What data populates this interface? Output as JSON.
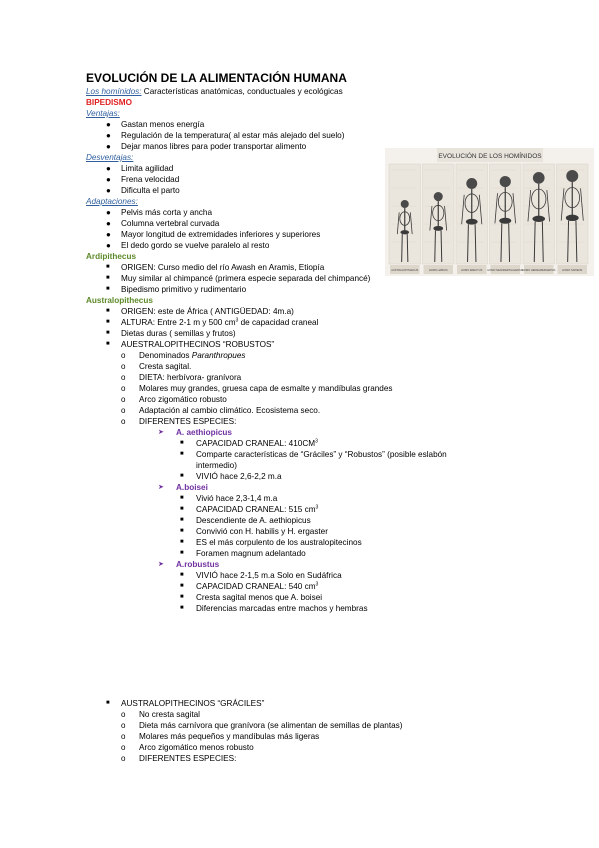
{
  "title": "EVOLUCIÓN DE LA ALIMENTACIÓN HUMANA",
  "subtitle": {
    "link": "Los homínidos:",
    "rest": " Características anatómicas, conductuales y ecológicas"
  },
  "bipedismo": {
    "heading": "BIPEDISMO",
    "ventajas_label": "Ventajas:",
    "ventajas": [
      "Gastan menos energía",
      "Regulación de la temperatura( al estar más alejado del suelo)",
      "Dejar manos libres para poder transportar alimento"
    ],
    "desventajas_label": "Desventajas:",
    "desventajas": [
      "Limita agilidad",
      "Frena velocidad",
      "Dificulta el parto"
    ],
    "adaptaciones_label": "Adaptaciones:",
    "adaptaciones": [
      "Pelvis más corta y ancha",
      "Columna vertebral curvada",
      "Mayor longitud de extremidades inferiores y superiores",
      "El dedo gordo se vuelve paralelo al resto"
    ]
  },
  "ardipithecus": {
    "heading": "Ardipithecus",
    "items": [
      "ORIGEN: Curso medio del río Awash en Aramis, Etiopía",
      "Muy similar al chimpancé (primera especie separada del chimpancé)",
      "Bipedismo primitivo y rudimentario"
    ]
  },
  "australopithecus": {
    "heading": "Australopithecus",
    "origen": "ORIGEN: este de África ( ANTIGÜEDAD: 4m.a)",
    "altura_a": "ALTURA: Entre 2-1 m y 500 cm",
    "altura_sup": "3",
    "altura_b": " de capacidad craneal",
    "dietas": "Dietas duras ( semillas y frutos)",
    "robustos_heading": "AUESTRALOPITHECINOS “ROBUSTOS”",
    "robustos_denominados": "Denominados ",
    "robustos_paran": "Paranthropues",
    "robustos_items": [
      "Cresta sagital.",
      "DIETA: herbívora- granívora",
      "Molares muy grandes, gruesa capa de esmalte y mandíbulas grandes",
      "Arco zigomático robusto",
      "Adaptación al cambio climático. Ecosistema seco.",
      "DIFERENTES ESPECIES:"
    ],
    "aethiopicus": {
      "name": "A. aethiopicus",
      "cap_a": "CAPACIDAD CRANEAL: 410CM",
      "cap_sup": "3",
      "compare_1": "Comparte características de “Gráciles” y “Robustos” (posible eslabón",
      "compare_2": "intermedio)",
      "vivio": "VIVIÓ hace 2,6-2,2 m.a"
    },
    "boisei": {
      "name": "A.boisei",
      "vivio": "Vivió hace 2,3-1,4 m.a",
      "cap_a": "CAPACIDAD CRANEAL: 515 cm",
      "cap_sup": "3",
      "items": [
        "Descendiente de A. aethiopicus",
        "Convivió con H. habilis y H. ergaster",
        "ES el más corpulento de los australopitecinos",
        "Foramen magnum adelantado"
      ]
    },
    "robustus": {
      "name": "A.robustus",
      "vivio": "VIVIÓ hace 2-1,5 m.a   Solo en Sudáfrica",
      "cap_a": "CAPACIDAD CRANEAL: 540 cm",
      "cap_sup": "3",
      "items": [
        "Cresta sagital menos que A. boisei",
        "Diferencias marcadas entre machos y hembras"
      ]
    },
    "graciles_heading": "AUSTRALOPITHECINOS “GRÁCILES”",
    "graciles_items": [
      "No cresta sagital",
      "Dieta más carnívora que granívora (se alimentan de semillas de plantas)",
      "Molares más pequeños y mandíbulas más ligeras",
      "Arco zigomático menos robusto",
      "DIFERENTES ESPECIES:"
    ]
  },
  "figure": {
    "title": "EVOLUCIÓN DE LOS HOMÍNIDOS",
    "captions": [
      "AUSTRALOPITHECUS",
      "HOMO HABILIS",
      "HOMO ERECTUS",
      "HOMO NEANDERTHALENSIS",
      "HOMO HEIDELBERGENSIS",
      "HOMO SAPIENS"
    ]
  }
}
